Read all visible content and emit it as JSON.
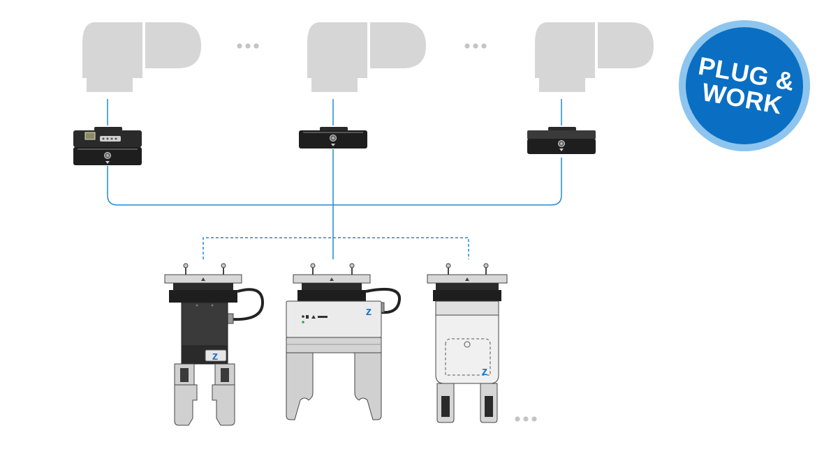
{
  "badge": {
    "line1": "PLUG &",
    "line2": "WORK",
    "fill_color": "#0a6fc2",
    "ring_color": "#6db3e8"
  },
  "robots": {
    "count": 3,
    "separator": "•••",
    "color": "#d6d6d6"
  },
  "adapters": {
    "count": 3
  },
  "grippers": {
    "count": 3,
    "separator": "•••",
    "logo_mark": "z"
  },
  "colors": {
    "connection_line": "#1f8ad6",
    "device_dark": "#2a2a2a",
    "device_mid": "#505050",
    "gripper_light": "#e6e6e6",
    "outline": "#333333"
  },
  "icons": [
    "robot-arm-icon",
    "quick-changer-icon",
    "gripper-icon"
  ]
}
